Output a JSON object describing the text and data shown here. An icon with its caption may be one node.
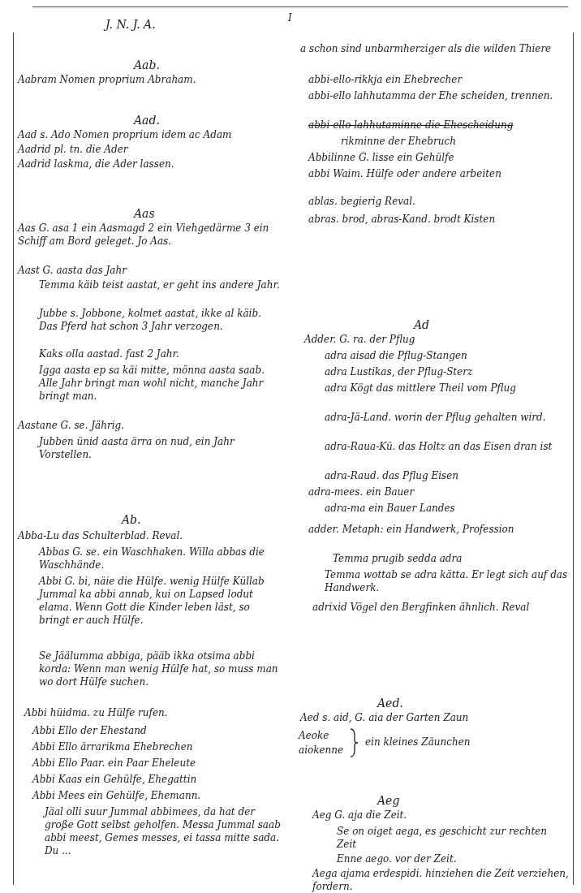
{
  "diagram": {
    "title": "J. N. J. A.",
    "labels": [
      "I",
      "Aab.",
      "Aabram Nomen proprium Abraham.",
      "Aad.",
      "Aad s. Ado Nomen proprium idem ac Adam",
      "Aadrid pl. tn. die Ader",
      "Aadrid laskma, die Ader lassen.",
      "Aas",
      "Aas G. asa 1 ein Aasmagd 2 ein Viehgedärme 3 ein Schiff am Bord geleget. Jo Aas.",
      "Aast G. aasta das Jahr",
      "Temma käib teist aastat, er geht ins andere Jahr.",
      "Jubbe s. Jobbone, kolmet aastat, ikke al käib. Das Pferd hat schon 3 Jahr verzogen.",
      "Kaks olla aastad. fast 2 Jahr.",
      "Igga aasta ep sa käi mitte, mönna aasta saab. Alle Jahr bringt man wohl nicht, manche Jahr bringt man.",
      "Aastane G. se. Jährig.",
      "Jubben ünid aasta ärra on nud, ein Jahr Vorstellen.",
      "Ab.",
      "Abba-Lu das Schulterblad. Reval.",
      "Abbas G. se. ein Waschhaken. Willa abbas die Waschhände.",
      "Abbi G. bi, näie die Hülfe. wenig Hülfe Küllab Jummal ka abbi annab, kui on Lapsed lodut elama. Wenn Gott die Kinder leben läst, so bringt er auch Hülfe.",
      "Se Jäälumma abbiga, pääb ikka otsima abbi korda: Wenn man wenig Hülfe hat, so muss man wo dort Hülfe suchen.",
      "Abbi hüidma. zu Hülfe rufen.",
      "Abbi Ello der Ehestand",
      "Abbi Ello ärrarikma Ehebrechen",
      "Abbi Ello Paar. ein Paar Eheleute",
      "Abbi Kaas ein Gehülfe, Ehegattin",
      "Abbi Mees ein Gehülfe, Ehemann.",
      "Jäal olli suur Jummal abbimees, da hat der große Gott selbst geholfen. Messa Jummal saab abbi meest, Gemes messes, ei tassa mitte sada. Du ...",
      "a schon sind unbarmherziger als die wilden Thiere",
      "abbi-ello-rikkja ein Ehebrecher",
      "abbi-ello lahhutamma der Ehe scheiden, trennen.",
      "abbi-ello lahhutaminne die Ehescheidung",
      "rikminne der Ehebruch",
      "Abbilinne G. lisse ein Gehülfe",
      "abbi Waim. Hülfe oder andere arbeiten",
      "ablas. begierig Reval.",
      "abras. brod, abras-Kand. brodt Kisten",
      "Ad",
      "Adder. G. ra. der Pflug",
      "adra aisad die Pflug-Stangen",
      "adra Lustikas, der Pflug-Sterz",
      "adra Kögt das mittlere Theil vom Pflug",
      "adra-Jä-Land. worin der Pflug gehalten wird.",
      "adra-Raua-Kü. das Holtz an das Eisen dran ist",
      "adra-Raud. das Pflug Eisen",
      "adra-mees. ein Bauer",
      "adra-ma ein Bauer Landes",
      "adder. Metaph: ein Handwerk, Profession",
      "Temma prugib sedda adra",
      "Temma wottab se adra kätta. Er legt sich auf das Handwerk.",
      "adrixid Vögel den Bergfinken ähnlich. Reval",
      "Aed.",
      "Aed s. aid, G. aia der Garten Zaun",
      "Aeoke",
      "aiokenne",
      "ein kleines Zäunchen",
      "Aeg",
      "Aeg G. aja die Zeit.",
      "Se on oiget aega, es geschicht zur rechten Zeit",
      "Enne aego. vor der Zeit.",
      "Aega ajama erdespidi. hinziehen die Zeit verziehen, fordern."
    ]
  }
}
